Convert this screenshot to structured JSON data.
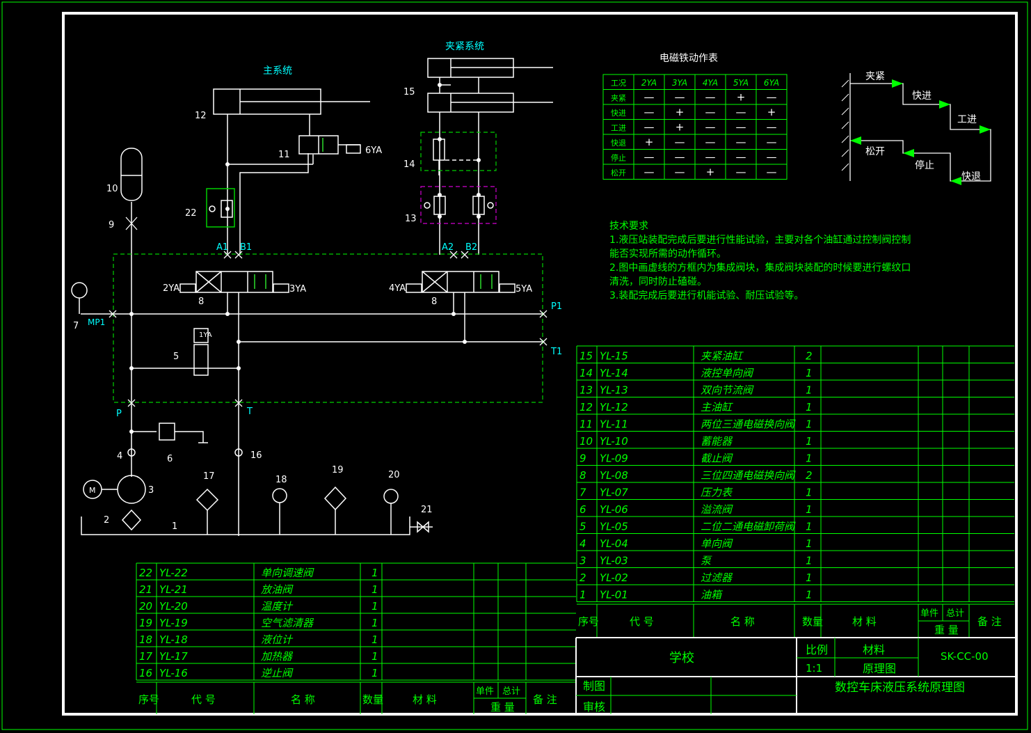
{
  "colors": {
    "frame": "#ffffff",
    "grid": "#00ff00",
    "label": "#00ffff",
    "text": "#ffffff",
    "dashed_green": "#00d000",
    "dashed_magenta": "#d000d0",
    "red": "#ff3030",
    "accent_green": "#33ff33"
  },
  "titles": {
    "main_system": "主系统",
    "clamp_system": "夹紧系统",
    "solenoid_table": "电磁铁动作表"
  },
  "tech_req": {
    "heading": "技术要求",
    "lines": [
      "1.液压站装配完成后要进行性能试验，主要对各个油缸通过控制阀控制",
      "能否实现所需的动作循环。",
      "2.图中画虚线的方框内为集成阀块，集成阀块装配的时候要进行螺纹口",
      "清洗，同时防止磕碰。",
      "3.装配完成后要进行机能试验、耐压试验等。"
    ]
  },
  "solenoid_table": {
    "header": [
      "工况",
      "2YA",
      "3YA",
      "4YA",
      "5YA",
      "6YA"
    ],
    "rows": [
      [
        "夹紧",
        "—",
        "—",
        "—",
        "+",
        "—"
      ],
      [
        "快进",
        "—",
        "+",
        "—",
        "—",
        "+"
      ],
      [
        "工进",
        "—",
        "+",
        "—",
        "—",
        "—"
      ],
      [
        "快退",
        "+",
        "—",
        "—",
        "—",
        "—"
      ],
      [
        "停止",
        "—",
        "—",
        "—",
        "—",
        "—"
      ],
      [
        "松开",
        "—",
        "—",
        "+",
        "—",
        "—"
      ]
    ]
  },
  "cycle": {
    "steps": [
      "夹紧",
      "快进",
      "工进",
      "快退",
      "停止",
      "松开"
    ]
  },
  "labels": {
    "n1": "1",
    "n2": "2",
    "n3": "3",
    "n4": "4",
    "n5": "5",
    "n6": "6",
    "n7": "7",
    "n8a": "8",
    "n8b": "8",
    "n9": "9",
    "n10": "10",
    "n11": "11",
    "n12": "12",
    "n13": "13",
    "n14": "14",
    "n15": "15",
    "n16": "16",
    "n17": "17",
    "n18": "18",
    "n19": "19",
    "n20": "20",
    "n21": "21",
    "n22": "22",
    "A1": "A1",
    "B1": "B1",
    "A2": "A2",
    "B2": "B2",
    "P1": "P1",
    "T1": "T1",
    "MP1": "MP1",
    "P": "P",
    "T": "T",
    "ya1": "1YA",
    "ya2": "2YA",
    "ya3": "3YA",
    "ya4": "4YA",
    "ya5": "5YA",
    "ya6": "6YA",
    "motor": "M"
  },
  "bom_right": [
    [
      "15",
      "YL-15",
      "夹紧油缸",
      "2"
    ],
    [
      "14",
      "YL-14",
      "液控单向阀",
      "1"
    ],
    [
      "13",
      "YL-13",
      "双向节流阀",
      "1"
    ],
    [
      "12",
      "YL-12",
      "主油缸",
      "1"
    ],
    [
      "11",
      "YL-11",
      "两位三通电磁换向阀",
      "1"
    ],
    [
      "10",
      "YL-10",
      "蓄能器",
      "1"
    ],
    [
      "9",
      "YL-09",
      "截止阀",
      "1"
    ],
    [
      "8",
      "YL-08",
      "三位四通电磁换向阀",
      "2"
    ],
    [
      "7",
      "YL-07",
      "压力表",
      "1"
    ],
    [
      "6",
      "YL-06",
      "溢流阀",
      "1"
    ],
    [
      "5",
      "YL-05",
      "二位二通电磁卸荷阀",
      "1"
    ],
    [
      "4",
      "YL-04",
      "单向阀",
      "1"
    ],
    [
      "3",
      "YL-03",
      "泵",
      "1"
    ],
    [
      "2",
      "YL-02",
      "过滤器",
      "1"
    ],
    [
      "1",
      "YL-01",
      "油箱",
      "1"
    ]
  ],
  "bom_left": [
    [
      "22",
      "YL-22",
      "单向调速阀",
      "1"
    ],
    [
      "21",
      "YL-21",
      "放油阀",
      "1"
    ],
    [
      "20",
      "YL-20",
      "温度计",
      "1"
    ],
    [
      "19",
      "YL-19",
      "空气滤清器",
      "1"
    ],
    [
      "18",
      "YL-18",
      "液位计",
      "1"
    ],
    [
      "17",
      "YL-17",
      "加热器",
      "1"
    ],
    [
      "16",
      "YL-16",
      "逆止阀",
      "1"
    ]
  ],
  "bom_header": {
    "seq": "序号",
    "code": "代 号",
    "name": "名 称",
    "qty": "数量",
    "material": "材 料",
    "unit": "单件",
    "total": "总计",
    "weight": "重 量",
    "remark": "备 注"
  },
  "title_block": {
    "school": "学校",
    "scale_label": "比例",
    "scale": "1:1",
    "material_label": "材料",
    "drawing_label": "原理图",
    "code": "SK-CC-00",
    "drawn": "制图",
    "checked": "审核",
    "title": "数控车床液压系统原理图"
  }
}
